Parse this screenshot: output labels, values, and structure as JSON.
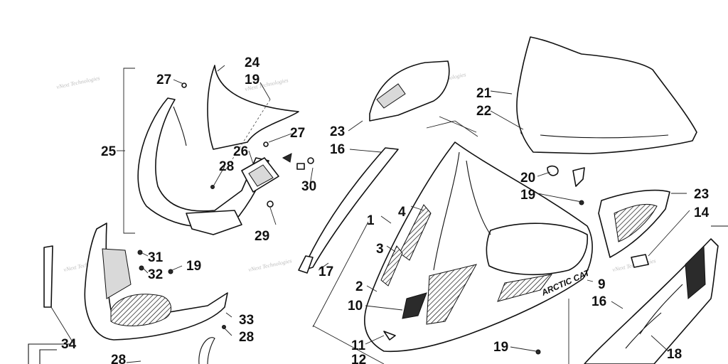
{
  "diagram": {
    "watermark_text": "vNext Technologies",
    "brand_label": "ARCTIC CAT",
    "callouts": [
      "1",
      "2",
      "3",
      "4",
      "9",
      "10",
      "11",
      "12",
      "14",
      "16",
      "16",
      "17",
      "18",
      "19",
      "19",
      "19",
      "19",
      "20",
      "21",
      "22",
      "23",
      "23",
      "24",
      "25",
      "26",
      "27",
      "27",
      "28",
      "28",
      "28",
      "29",
      "30",
      "31",
      "32",
      "33",
      "34"
    ]
  }
}
